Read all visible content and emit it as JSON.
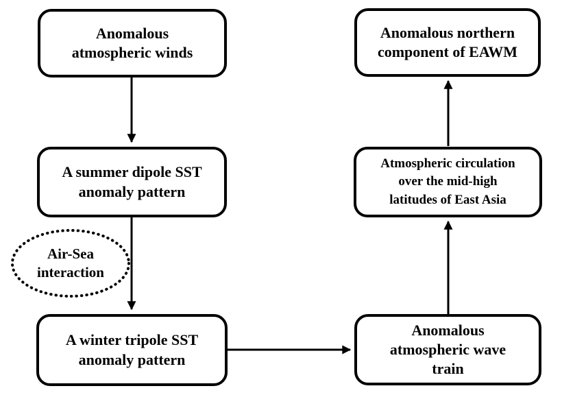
{
  "diagram": {
    "colors": {
      "background": "#ffffff",
      "border": "#000000",
      "text": "#000000",
      "arrow": "#000000"
    },
    "boxes": {
      "winds": {
        "lines": [
          "Anomalous",
          "atmospheric winds"
        ]
      },
      "dipole": {
        "lines": [
          "A summer dipole SST",
          "anomaly pattern"
        ]
      },
      "tripole": {
        "lines": [
          "A winter tripole SST",
          "anomaly pattern"
        ]
      },
      "eawm": {
        "lines": [
          "Anomalous northern",
          "component of EAWM"
        ]
      },
      "circulation": {
        "lines": [
          "Atmospheric circulation",
          "over the mid-high",
          "latitudes of East Asia"
        ]
      },
      "wavetrain": {
        "lines": [
          "Anomalous",
          "atmospheric wave",
          "train"
        ]
      }
    },
    "ellipse": {
      "lines": [
        "Air-Sea",
        "interaction"
      ]
    },
    "arrows": [
      {
        "from": "winds",
        "to": "dipole",
        "direction": "down"
      },
      {
        "from": "dipole",
        "to": "tripole",
        "direction": "down"
      },
      {
        "from": "tripole",
        "to": "wavetrain",
        "direction": "right"
      },
      {
        "from": "wavetrain",
        "to": "circulation",
        "direction": "up"
      },
      {
        "from": "circulation",
        "to": "eawm",
        "direction": "up"
      }
    ]
  }
}
